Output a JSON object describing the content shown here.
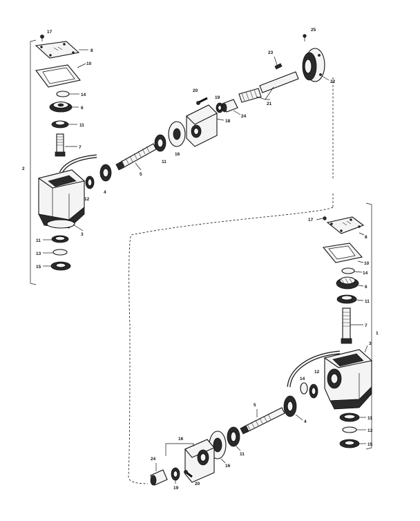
{
  "labels": {
    "upper": {
      "assembly": "2",
      "screw_top": "17",
      "cover": "8",
      "gasket": "10",
      "ring": "14",
      "gear": "6",
      "bearing_a": "11",
      "pinion_shaft": "7",
      "housing": "3",
      "seal": "12",
      "bearing_b": "4",
      "bearing_c": "11",
      "ring_c": "13",
      "bearing_d": "15",
      "shaft": "5",
      "bearing_e": "11",
      "flange": "16",
      "bracket": "18",
      "bolt": "20",
      "seal2": "19",
      "sleeve": "24",
      "shaft_pair": "21",
      "screw_25": "25",
      "key_23": "23",
      "hub": "22"
    },
    "lower": {
      "assembly": "1",
      "screw_top": "17",
      "cover": "8",
      "gasket": "10",
      "ring": "14",
      "gear": "6",
      "bearing_a": "11",
      "pinion_shaft": "7",
      "housing": "3",
      "ring_14": "14",
      "seal": "12",
      "shaft": "5",
      "bearing_b": "4",
      "bearing_c": "11",
      "ring_c": "13",
      "bearing_d": "15",
      "flange": "16",
      "bearing_e": "11",
      "bracket": "16",
      "sleeve": "24",
      "seal2": "19",
      "bolt": "20"
    }
  }
}
